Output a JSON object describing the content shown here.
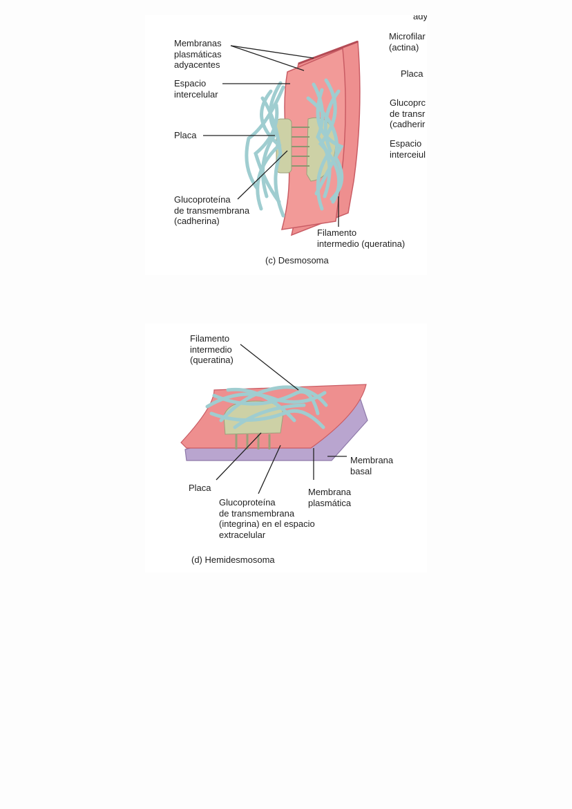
{
  "colors": {
    "membrane": "#ee8f8f",
    "membrane_dark": "#d9696f",
    "filament": "#9fcdd0",
    "plaque": "#cdd1a6",
    "basal": "#b9a5cf"
  },
  "desmosoma": {
    "caption": "(c) Desmosoma",
    "labels": {
      "membranas": "Membranas\nplasmáticas\nadyacentes",
      "espacio": "Espacio\nintercelular",
      "placa": "Placa",
      "glucoproteina": "Glucoproteína\nde transmembrana\n(cadherina)",
      "filamento": "Filamento\nintermedio (queratina)"
    },
    "cut_right_labels": {
      "top": "ady",
      "microfilamento": "Microfilar\n(actina)",
      "placa": "Placa",
      "glucoproteina": "Glucoprc\nde transr\n(cadherir",
      "espacio": "Espacio\ninterceiul"
    }
  },
  "hemidesmosoma": {
    "caption": "(d) Hemidesmosoma",
    "labels": {
      "filamento": "Filamento\nintermedio\n(queratina)",
      "membrana_basal": "Membrana\nbasal",
      "placa": "Placa",
      "membrana_plasmatica": "Membrana\nplasmática",
      "glucoproteina": "Glucoproteína\nde transmembrana\n(integrina) en el espacio\nextracelular"
    }
  }
}
